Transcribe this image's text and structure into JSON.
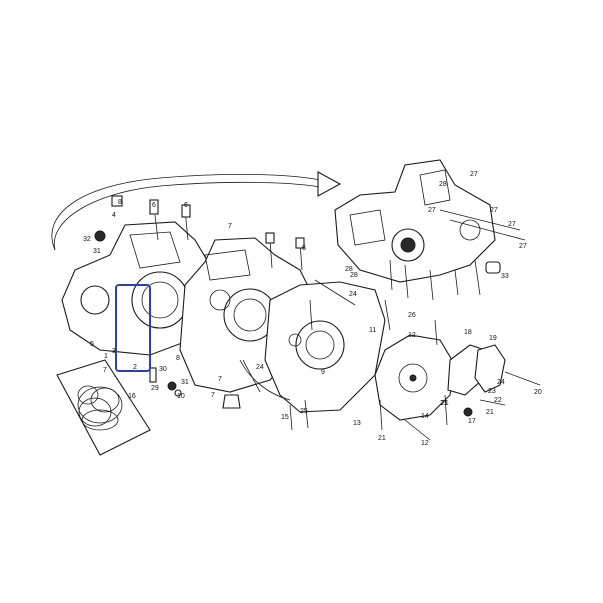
{
  "highlight_color": "#2f3fb0",
  "callouts": [
    {
      "id": "c6a",
      "text": "6"
    },
    {
      "id": "c8",
      "text": "8"
    },
    {
      "id": "c4",
      "text": "4"
    },
    {
      "id": "c32",
      "text": "32"
    },
    {
      "id": "c31",
      "text": "31"
    },
    {
      "id": "c7a",
      "text": "7"
    },
    {
      "id": "c6b",
      "text": "6"
    },
    {
      "id": "c5",
      "text": "5"
    },
    {
      "id": "c7b",
      "text": "7"
    },
    {
      "id": "c16",
      "text": "16"
    },
    {
      "id": "c1",
      "text": "1"
    },
    {
      "id": "c3",
      "text": "3"
    },
    {
      "id": "c2",
      "text": "2"
    },
    {
      "id": "c30",
      "text": "30"
    },
    {
      "id": "c29",
      "text": "29"
    },
    {
      "id": "c31b",
      "text": "31"
    },
    {
      "id": "c10",
      "text": "10"
    },
    {
      "id": "c7c",
      "text": "7"
    },
    {
      "id": "c8b",
      "text": "8"
    },
    {
      "id": "c7d",
      "text": "7"
    },
    {
      "id": "c6c",
      "text": "6"
    },
    {
      "id": "c27a",
      "text": "27"
    },
    {
      "id": "c28a",
      "text": "28"
    },
    {
      "id": "c27b",
      "text": "27"
    },
    {
      "id": "c27c",
      "text": "27"
    },
    {
      "id": "c28b",
      "text": "28"
    },
    {
      "id": "c27d",
      "text": "27"
    },
    {
      "id": "c33",
      "text": "33"
    },
    {
      "id": "c27e",
      "text": "27"
    },
    {
      "id": "c24",
      "text": "24"
    },
    {
      "id": "c28c",
      "text": "28"
    },
    {
      "id": "c26",
      "text": "26"
    },
    {
      "id": "c11",
      "text": "11"
    },
    {
      "id": "c12",
      "text": "12"
    },
    {
      "id": "c24b",
      "text": "24"
    },
    {
      "id": "c9",
      "text": "9"
    },
    {
      "id": "c25",
      "text": "25"
    },
    {
      "id": "c15",
      "text": "15"
    },
    {
      "id": "c13",
      "text": "13"
    },
    {
      "id": "c21a",
      "text": "21"
    },
    {
      "id": "c14",
      "text": "14"
    },
    {
      "id": "c21b",
      "text": "21"
    },
    {
      "id": "c12b",
      "text": "12"
    },
    {
      "id": "c18",
      "text": "18"
    },
    {
      "id": "c19",
      "text": "19"
    },
    {
      "id": "c24c",
      "text": "24"
    },
    {
      "id": "c23",
      "text": "23"
    },
    {
      "id": "c22",
      "text": "22"
    },
    {
      "id": "c20",
      "text": "20"
    },
    {
      "id": "c21c",
      "text": "21"
    },
    {
      "id": "c17",
      "text": "17"
    },
    {
      "id": "c21d",
      "text": "21"
    }
  ]
}
